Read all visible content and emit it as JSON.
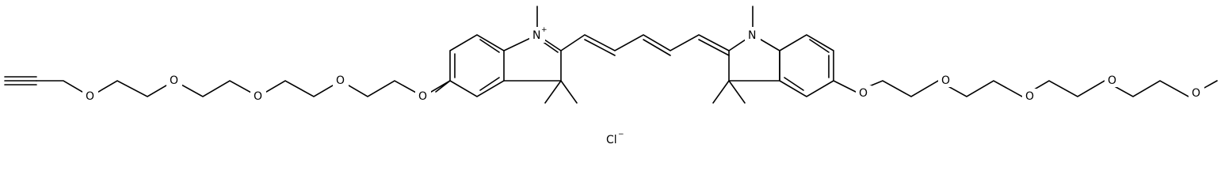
{
  "molecule": {
    "atoms": {
      "oxygen": "O",
      "nitrogen": "N",
      "nitrogen_cation": "N",
      "cation_charge": "+",
      "counter_ion": "Cl",
      "counter_ion_charge": "−"
    }
  }
}
